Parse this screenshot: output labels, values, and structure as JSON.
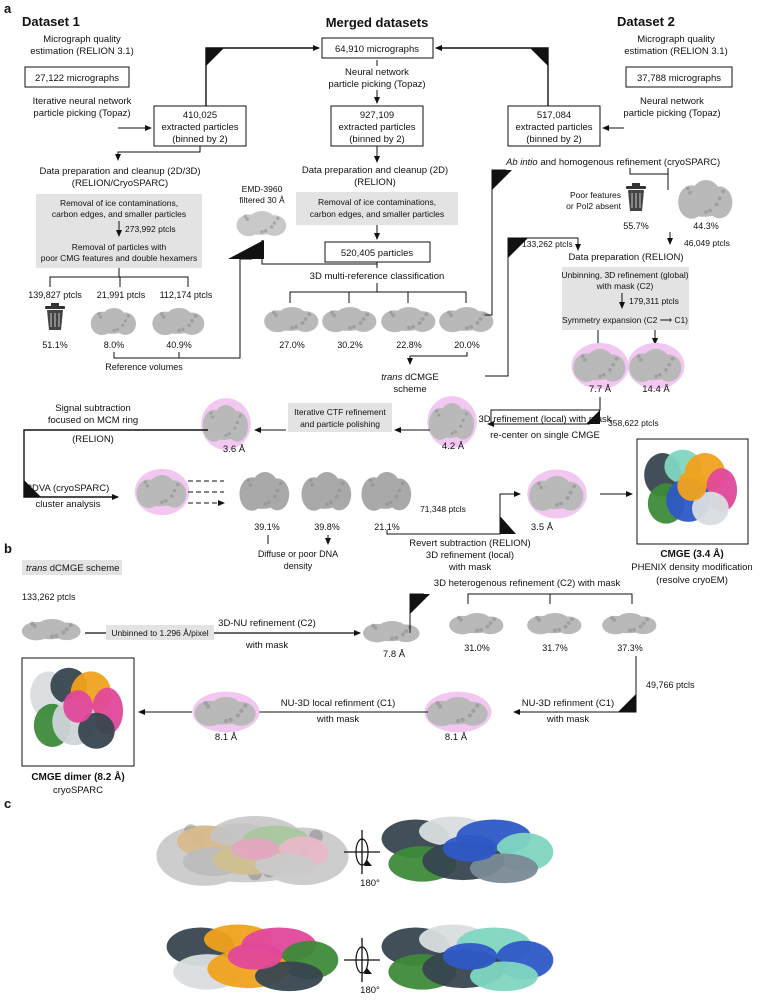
{
  "panels": {
    "a": "a",
    "b": "b",
    "c": "c"
  },
  "colors": {
    "grey_box": "#e3e3e3",
    "density": "#b9b9b9",
    "glow": "#f2c8f2",
    "magenta": "#e0489a",
    "orange": "#f0a21e",
    "green": "#3d8a3a",
    "blue": "#2e59c7",
    "teal": "#7fd6c0",
    "slate": "#38464f"
  },
  "a": {
    "ds1": {
      "title": "Dataset 1",
      "qual1": "Micrograph quality",
      "qual2": "estimation (RELION 3.1)",
      "mics": "27,122 micrographs",
      "pick1": "Iterative neural network",
      "pick2": "particle picking (Topaz)",
      "ext1": "410,025",
      "ext2": "extracted particles",
      "ext3": "(binned by 2)",
      "prep1": "Data preparation and cleanup (2D/3D)",
      "prep2": "(RELION/CryoSPARC)",
      "rm1": "Removal of ice contaminations,",
      "rm2": "carbon edges, and smaller particles",
      "count": "273,992 ptcls",
      "rm3": "Removal of particles with",
      "rm4": "poor CMG features and double hexamers",
      "c1": "139,827 ptcls",
      "c2": "21,991 ptcls",
      "c3": "112,174 ptcls",
      "p1": "51.1%",
      "p2": "8.0%",
      "p3": "40.9%",
      "refvol": "Reference volumes"
    },
    "merged": {
      "title": "Merged datasets",
      "mics": "64,910 micrographs",
      "pick1": "Neural network",
      "pick2": "particle picking (Topaz)",
      "ext1": "927,109",
      "ext2": "extracted particles",
      "ext3": "(binned by 2)",
      "prep1": "Data preparation and cleanup (2D)",
      "prep2": "(RELION)",
      "rm1": "Removal of ice contaminations,",
      "rm2": "carbon edges, and smaller particles",
      "emd1": "EMD-3960",
      "emd2": "filtered 30 Å",
      "ptcls": "520,405 particles",
      "cls": "3D multi-reference classification",
      "p1": "27.0%",
      "p2": "30.2%",
      "p3": "22.8%",
      "p4": "20.0%",
      "trans1": "trans dCMGE",
      "trans2": "scheme"
    },
    "ds2": {
      "title": "Dataset 2",
      "qual1": "Micrograph quality",
      "qual2": "estimation (RELION 3.1)",
      "mics": "37,788 micrographs",
      "pick1": "Neural network",
      "pick2": "particle picking (Topaz)",
      "ext1": "517,084",
      "ext2": "extracted particles",
      "ext3": "(binned by 2)",
      "abinit_em": "Ab intio",
      "abinit_rest": " and homogenous refinement (cryoSPARC)",
      "poor1": "Poor features",
      "poor2": "or Pol2 absent",
      "pp1": "55.7%",
      "pp2": "44.3%",
      "c46": "46,049 ptcls",
      "c133": "133,262 ptcls",
      "prep": "Data preparation (RELION)",
      "unb1": "Unbinning, 3D refinement (global)",
      "unb2": "with mask (C2)",
      "c179": "179,311 ptcls",
      "sym": "Symmetry expansion (C2 ⟶ C1)",
      "r1": "7.7 Å",
      "r2": "14.4 Å"
    },
    "lower": {
      "sig1": "Signal subtraction",
      "sig2": "focused on MCM ring",
      "sig3": "(RELION)",
      "r36": "3.6 Å",
      "ctf1": "Iterative CTF refinement",
      "ctf2": "and particle polishing",
      "r42": "4.2 Å",
      "loc1": "3D refinement (local) with mask",
      "loc2": "re-center on single CMGE",
      "c358": "358,622 ptcls",
      "dva1": "3DVA (cryoSPARC)",
      "dva2": "cluster analysis",
      "v1": "39.1%",
      "v2": "39.8%",
      "v3": "21.1%",
      "diff1": "Diffuse or poor DNA",
      "diff2": "density",
      "c71": "71,348 ptcls",
      "rev1": "Revert subtraction (RELION)",
      "rev2": "3D refinement (local)",
      "rev3": "with mask",
      "r35": "3.5 Å",
      "cmge": "CMGE (3.4 Å)",
      "phen1": "PHENIX density modification",
      "phen2": "(resolve cryoEM)"
    }
  },
  "b": {
    "scheme_em": "trans",
    "scheme_rest": " dCMGE scheme",
    "c133": "133,262 ptcls",
    "unbin": "Unbinned to 1.296 Å/pixel",
    "nu1": "3D-NU refinement (C2)",
    "nu2": "with mask",
    "r78": "7.8 Å",
    "het": "3D heterogenous refinement (C2) with mask",
    "h1": "31.0%",
    "h2": "31.7%",
    "h3": "37.3%",
    "c49": "49,766 ptcls",
    "nu3": "NU-3D refinment (C1)",
    "nu3b": "with mask",
    "r81a": "8.1 Å",
    "nu4": "NU-3D local refinment (C1)",
    "nu4b": "with mask",
    "r81b": "8.1 Å",
    "dimer": "CMGE dimer (8.2 Å)",
    "cryo": "cryoSPARC"
  },
  "c": {
    "rot1": "180°",
    "rot2": "180°"
  }
}
